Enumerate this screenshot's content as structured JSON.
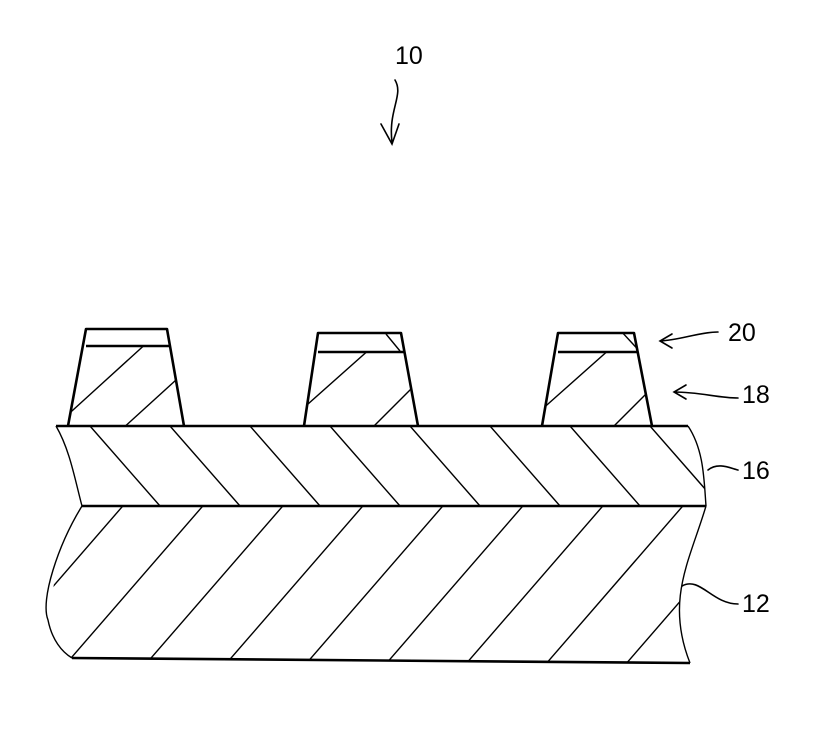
{
  "figure": {
    "labels": {
      "device": "10",
      "cap_layer": "20",
      "pattern": "18",
      "film": "16",
      "substrate": "12"
    }
  }
}
